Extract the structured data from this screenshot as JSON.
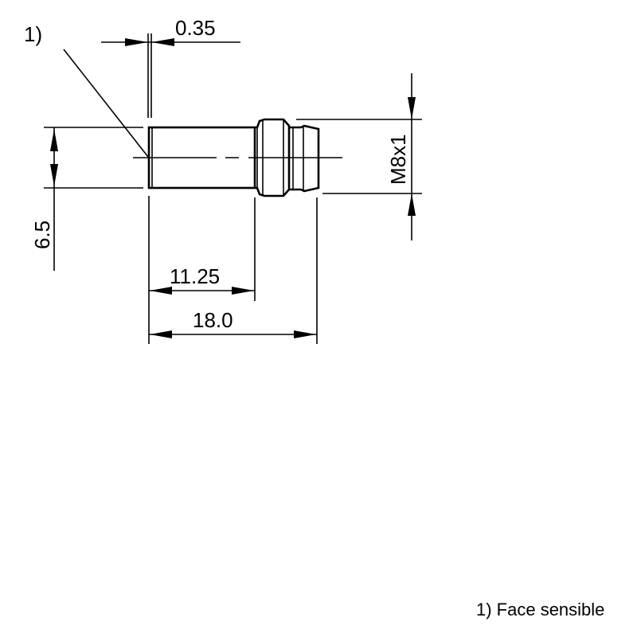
{
  "drawing": {
    "dimensions": {
      "face_offset": "0.35",
      "diameter": "6.5",
      "thread": "M8x1",
      "body_length": "11.25",
      "total_length": "18.0"
    },
    "callout_marker": "1)",
    "footnote": "1) Face sensible"
  }
}
